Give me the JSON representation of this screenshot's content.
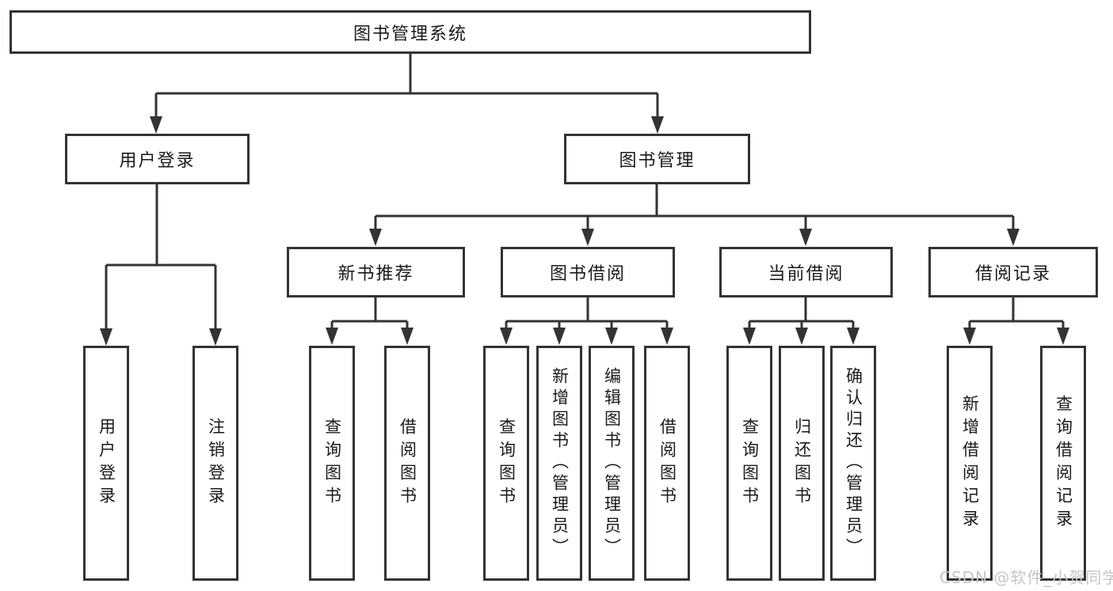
{
  "diagram": {
    "title": "图书管理系统",
    "modules": {
      "user_login": {
        "label": "用户登录",
        "children": [
          "用户登录",
          "注销登录"
        ]
      },
      "book_management": {
        "label": "图书管理",
        "sections": [
          {
            "label": "新书推荐",
            "children": [
              "查询图书",
              "借阅图书"
            ]
          },
          {
            "label": "图书借阅",
            "children": [
              "查询图书",
              "新增图书（管理员）",
              "编辑图书（管理员）",
              "借阅图书"
            ]
          },
          {
            "label": "当前借阅",
            "children": [
              "查询图书",
              "归还图书",
              "确认归还（管理员）"
            ]
          },
          {
            "label": "借阅记录",
            "children": [
              "新增借阅记录",
              "查询借阅记录"
            ]
          }
        ]
      }
    },
    "watermark": "CSDN @软件_小贺同学",
    "colors": {
      "line": "#333333",
      "text": "#1a1a1a",
      "watermark": "#c6c6c6",
      "background": "#ffffff"
    }
  }
}
